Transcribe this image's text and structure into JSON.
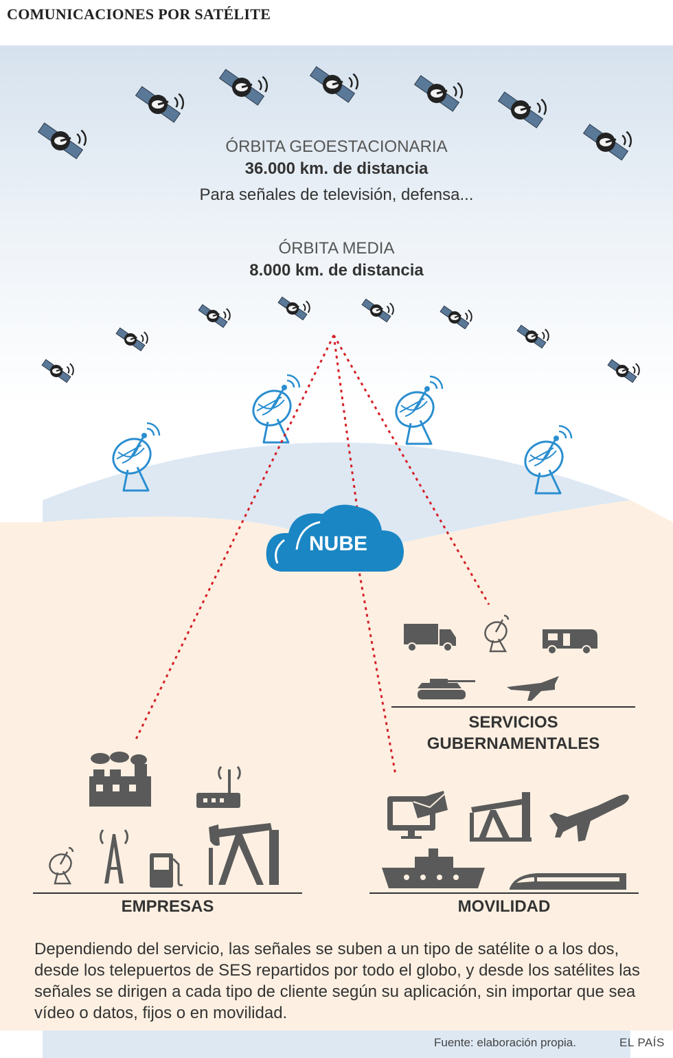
{
  "title": "COMUNICACIONES POR SATÉLITE",
  "geo": {
    "name": "ÓRBITA GEOESTACIONARIA",
    "distance": "36.000 km. de distancia",
    "use": "Para señales de televisión, defensa..."
  },
  "mid": {
    "name": "ÓRBITA MEDIA",
    "distance": "8.000 km. de distancia"
  },
  "cloud": {
    "label": "NUBE"
  },
  "sections": {
    "government_line1": "SERVICIOS",
    "government_line2": "GUBERNAMENTALES",
    "business": "EMPRESAS",
    "mobility": "MOVILIDAD"
  },
  "description": "Dependiendo del servicio, las señales se suben a un tipo de satélite o a los dos, desde los telepuertos de SES repartidos por todo el globo, y desde los satélites las señales se dirigen a cada tipo de cliente según su aplicación, sin importar que sea vídeo o datos, fijos o en movilidad.",
  "footer": {
    "source": "Fuente: elaboración propia.",
    "brand": "EL PAÍS"
  },
  "colors": {
    "satellite_panel": "#5a7898",
    "satellite_body": "#222222",
    "dish_blue": "#2a8ed0",
    "cloud_blue": "#1b86c4",
    "signal_line": "#d52027",
    "ground": "#fdf0e2",
    "icon_grey": "#5a5a5a"
  },
  "icons": {
    "satellites": "satellite-icon",
    "teleports": "antenna-dish-icon",
    "cloud": "cloud-icon",
    "government": [
      "truck-icon",
      "antenna-dish-icon",
      "camper-van-icon",
      "tank-icon",
      "military-jet-icon"
    ],
    "business": [
      "factory-icon",
      "router-icon",
      "antenna-dish-icon",
      "radio-tower-icon",
      "fuel-pump-icon",
      "oil-pump-icon"
    ],
    "mobility": [
      "computer-mail-icon",
      "oil-rig-icon",
      "airplane-icon",
      "ship-icon",
      "train-icon"
    ]
  }
}
